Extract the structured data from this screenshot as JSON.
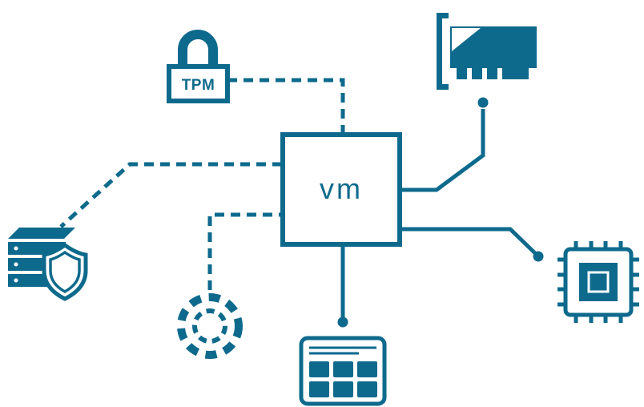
{
  "diagram": {
    "colors": {
      "primary": "#0e6a8c",
      "background": "#ffffff"
    },
    "vm_node": {
      "label": "vm"
    },
    "tpm_node": {
      "label": "TPM"
    },
    "nodes": [
      {
        "id": "tpm",
        "icon": "tpm-lock-icon",
        "label": "TPM",
        "connection": "dashed",
        "position": "top-left"
      },
      {
        "id": "network-card",
        "icon": "network-card-icon",
        "label": "",
        "connection": "solid",
        "position": "top-right"
      },
      {
        "id": "secure-server",
        "icon": "server-shield-icon",
        "label": "",
        "connection": "dashed",
        "position": "left"
      },
      {
        "id": "settings-gear",
        "icon": "gear-icon",
        "label": "",
        "connection": "dashed",
        "position": "bottom-left"
      },
      {
        "id": "cpu",
        "icon": "cpu-icon",
        "label": "",
        "connection": "solid",
        "position": "right"
      },
      {
        "id": "app-grid",
        "icon": "app-grid-icon",
        "label": "",
        "connection": "solid",
        "position": "bottom-center"
      }
    ]
  }
}
